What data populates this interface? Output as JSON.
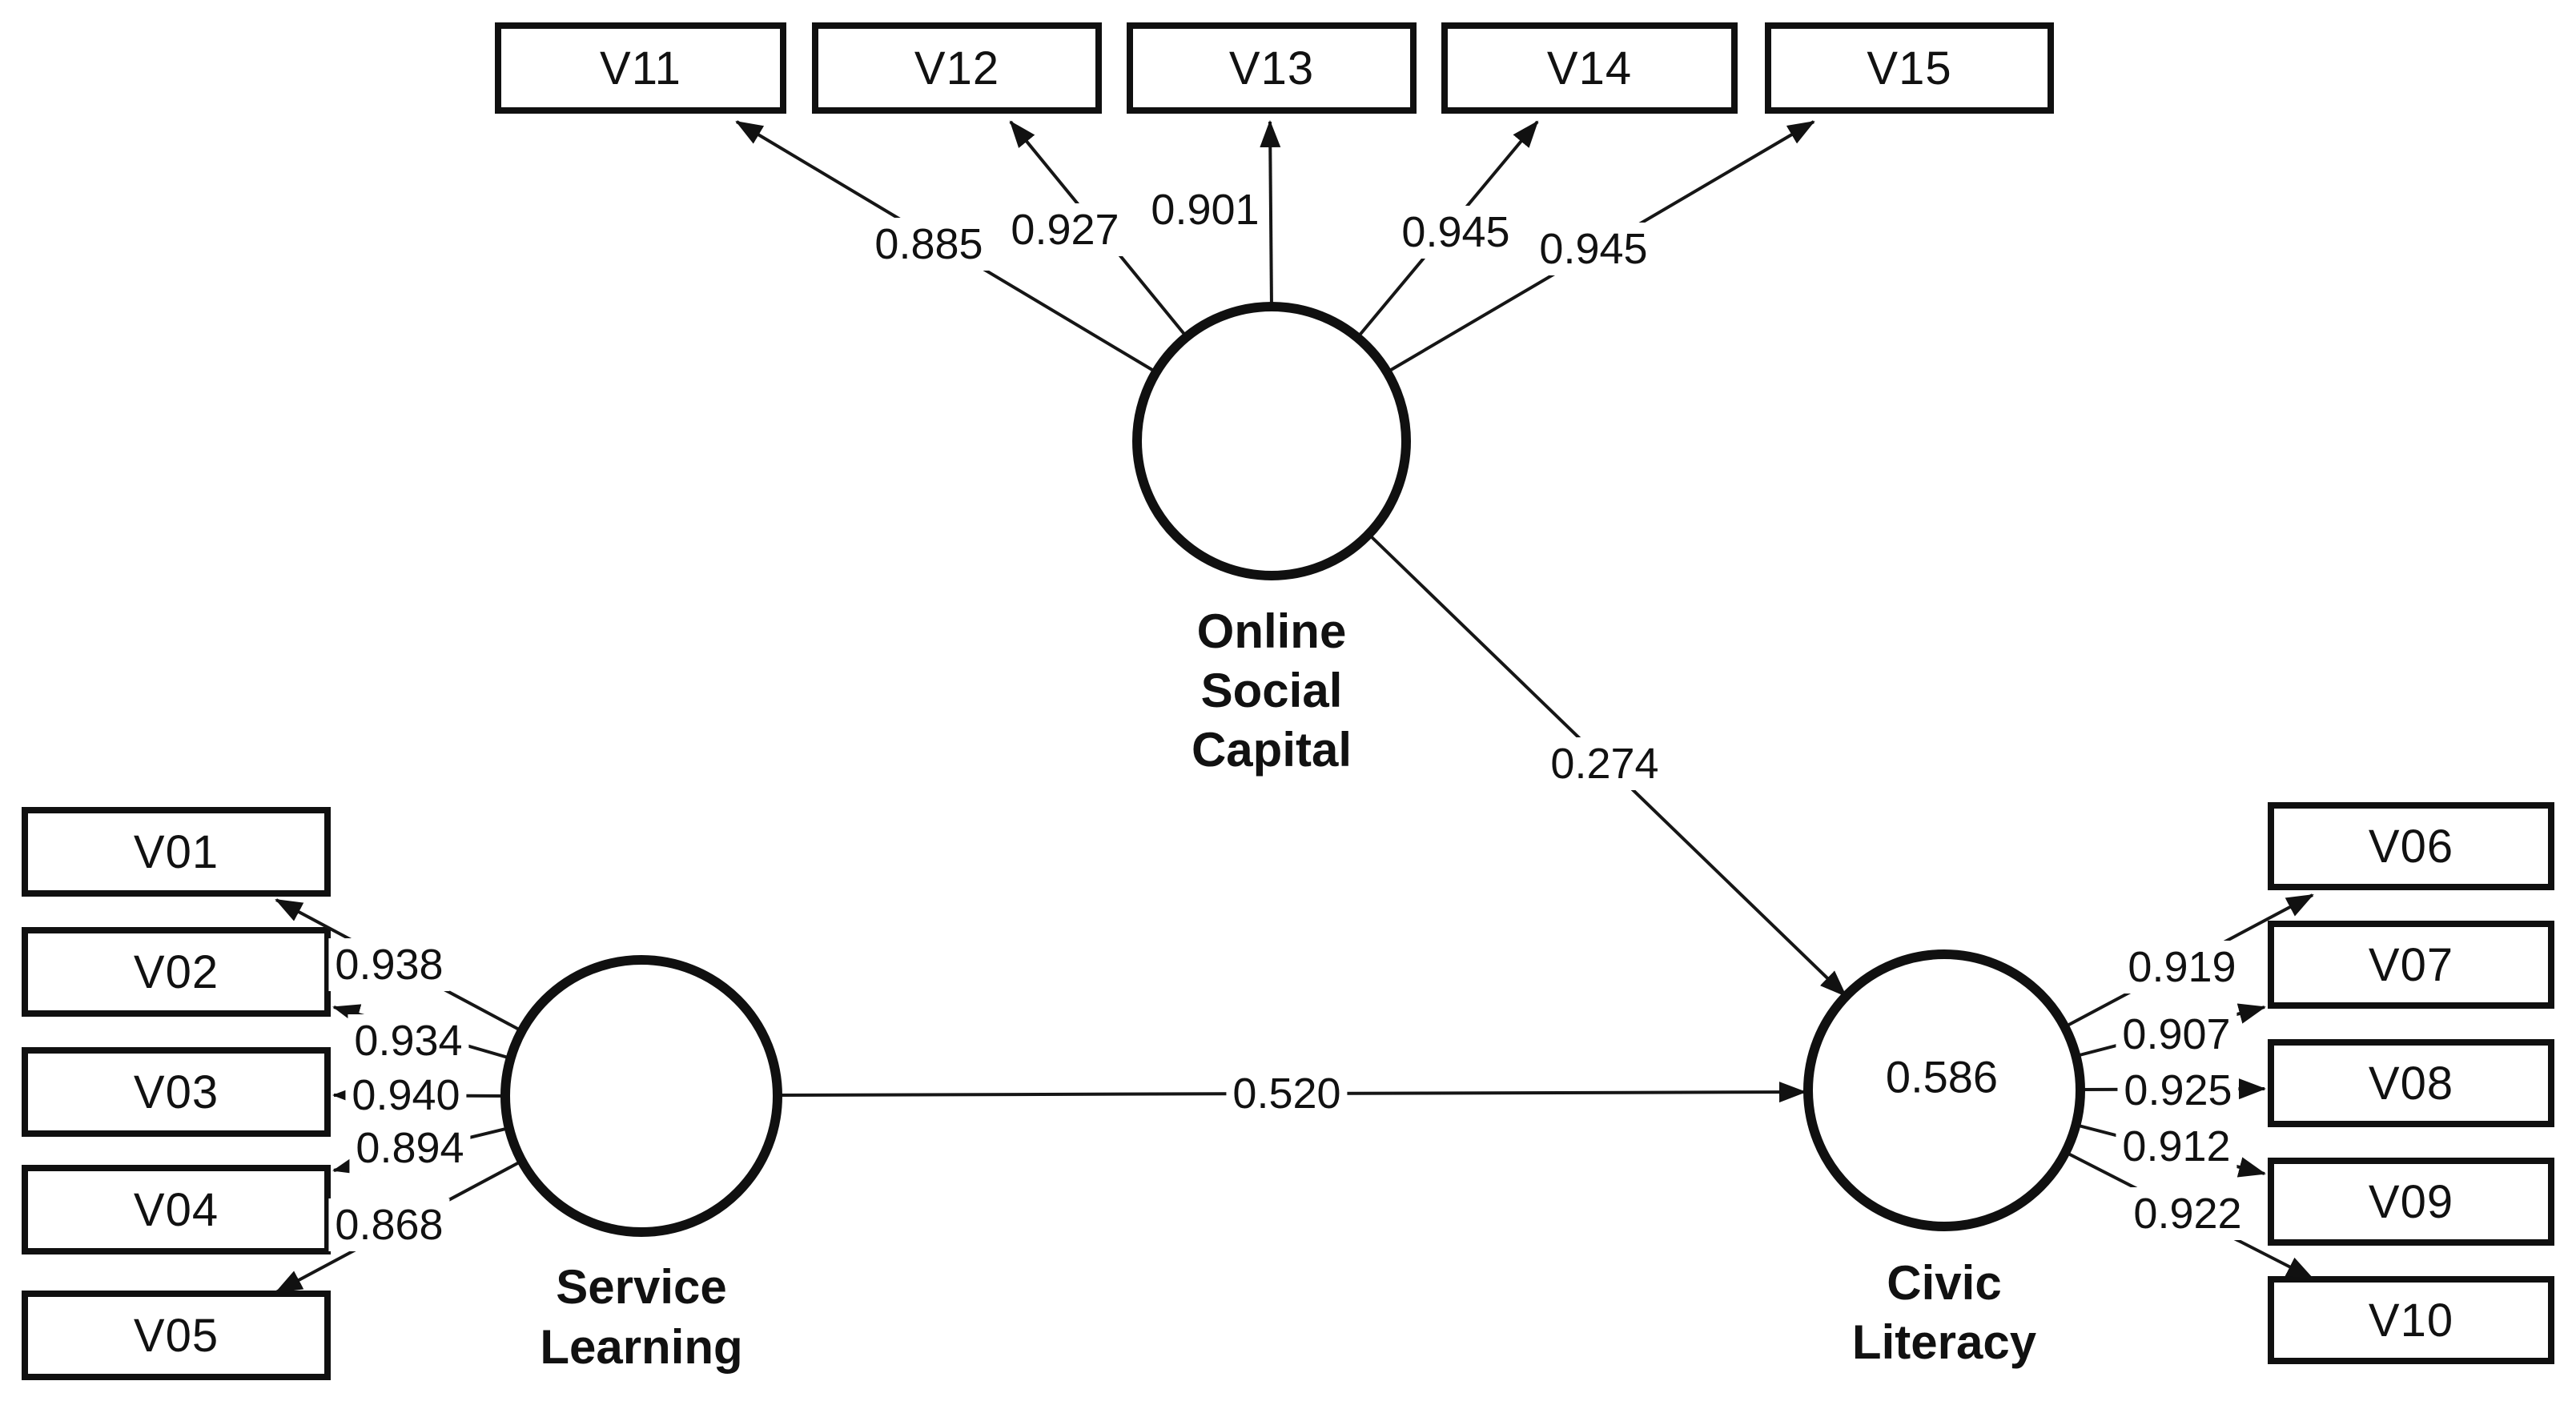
{
  "diagram": {
    "type": "structural-equation-model",
    "colors": {
      "ink": "#111111",
      "background": "#ffffff"
    },
    "latents": {
      "online_social_capital": {
        "lines": [
          "Online",
          "Social",
          "Capital"
        ]
      },
      "service_learning": {
        "lines": [
          "Service",
          "Learning"
        ]
      },
      "civic_literacy": {
        "lines": [
          "Civic",
          "Literacy"
        ],
        "r_squared": "0.586"
      }
    },
    "indicators": {
      "top": [
        "V11",
        "V12",
        "V13",
        "V14",
        "V15"
      ],
      "left": [
        "V01",
        "V02",
        "V03",
        "V04",
        "V05"
      ],
      "right": [
        "V06",
        "V07",
        "V08",
        "V09",
        "V10"
      ]
    },
    "loadings": {
      "online_social_capital": [
        "0.885",
        "0.927",
        "0.901",
        "0.945",
        "0.945"
      ],
      "service_learning": [
        "0.938",
        "0.934",
        "0.940",
        "0.894",
        "0.868"
      ],
      "civic_literacy": [
        "0.919",
        "0.907",
        "0.925",
        "0.912",
        "0.922"
      ]
    },
    "structural_paths": [
      {
        "from": "Online Social Capital",
        "to": "Civic Literacy",
        "coefficient": "0.274"
      },
      {
        "from": "Service Learning",
        "to": "Civic Literacy",
        "coefficient": "0.520"
      }
    ]
  }
}
